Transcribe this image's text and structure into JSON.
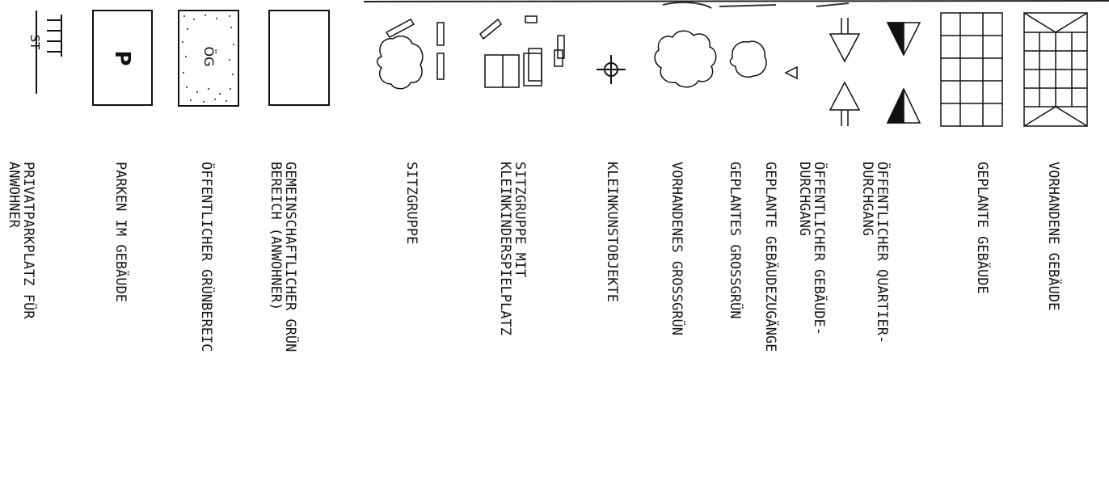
{
  "legend": {
    "symbol_texts": {
      "stellplatz": "ST",
      "parken": "P",
      "oeffentlich_gruen": "ÖG"
    },
    "items": [
      {
        "id": "privatparkplatz",
        "lines": [
          "PRIVATPARKPLATZ FÜR",
          "ANWOHNER"
        ]
      },
      {
        "id": "parken-im-gebaeude",
        "lines": [
          "PARKEN IM GEBÄUDE"
        ]
      },
      {
        "id": "oeffentlicher-gruenbereich",
        "lines": [
          "ÖFFENTLICHER GRÜNBEREIC"
        ]
      },
      {
        "id": "gemeinschaftlicher-gruenbereich",
        "lines": [
          "GEMEINSCHAFTLICHER GRÜN",
          "BEREICH (ANWOHNER)"
        ]
      },
      {
        "id": "sitzgruppe",
        "lines": [
          "SITZGRUPPE"
        ]
      },
      {
        "id": "sitzgruppe-spielplatz",
        "lines": [
          "SITZGRUPPE MIT",
          "KLEINKINDERSPIELPLATZ"
        ]
      },
      {
        "id": "kleinkunstobjekte",
        "lines": [
          "KLEINKUNSTOBJEKTE"
        ]
      },
      {
        "id": "vorhandenes-grossgruen",
        "lines": [
          "VORHANDENES GROSSGRÜN"
        ]
      },
      {
        "id": "geplantes-grossgruen",
        "lines": [
          "GEPLANTES GROSSGRÜN"
        ]
      },
      {
        "id": "geplante-gebaeudezugaenge",
        "lines": [
          "GEPLANTE GEBÄUDEZUGÄNGE"
        ]
      },
      {
        "id": "oeffentlicher-gebaeudedurchgang",
        "lines": [
          "ÖFFENTLICHER GEBÄUDE-",
          "DURCHGANG"
        ]
      },
      {
        "id": "oeffentlicher-quartierdurchgang",
        "lines": [
          "ÖFFENTLICHER QUARTIER-",
          "DURCHGANG"
        ]
      },
      {
        "id": "geplante-gebaeude",
        "lines": [
          "GEPLANTE GEBÄUDE"
        ]
      },
      {
        "id": "vorhandene-gebaeude",
        "lines": [
          "VORHANDENE GEBÄUDE"
        ]
      }
    ]
  }
}
